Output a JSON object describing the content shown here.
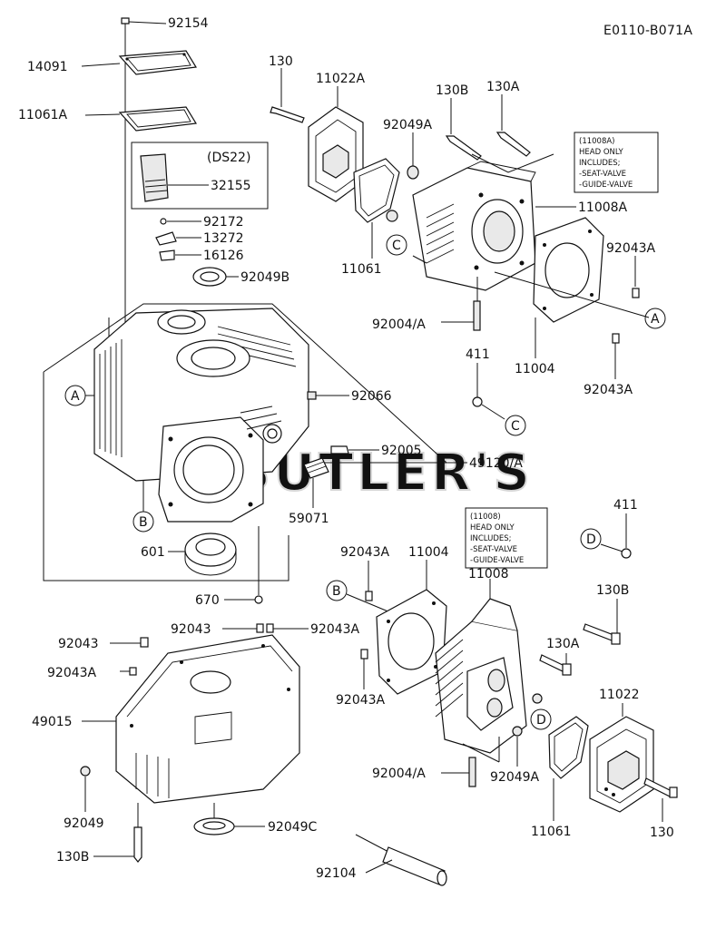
{
  "header": {
    "diagram_code": "E0110-B071A"
  },
  "watermark": {
    "text": "BUTLER'S"
  },
  "callouts": [
    "A",
    "B",
    "C",
    "D"
  ],
  "notes": {
    "upper": {
      "lines": [
        "(11008A)",
        "HEAD ONLY",
        "INCLUDES;",
        "-SEAT-VALVE",
        "-GUIDE-VALVE"
      ]
    },
    "lower": {
      "lines": [
        "(11008)",
        "HEAD ONLY",
        "INCLUDES;",
        "-SEAT-VALVE",
        "-GUIDE-VALVE"
      ]
    }
  },
  "ds22": {
    "label": "(DS22)"
  },
  "part_labels": {
    "p92154": "92154",
    "p14091": "14091",
    "p11061A": "11061A",
    "p32155": "32155",
    "p92172": "92172",
    "p13272": "13272",
    "p16126": "16126",
    "p92049B": "92049B",
    "p92066": "92066",
    "p92005": "92005",
    "p49120A": "49120/A",
    "p59071": "59071",
    "p601": "601",
    "p670": "670",
    "p130_top": "130",
    "p11022A": "11022A",
    "p130B_top": "130B",
    "p130A_top": "130A",
    "p92049A_top": "92049A",
    "p11008A": "11008A",
    "p11061_top": "11061",
    "p92043A_right": "92043A",
    "p92004A_top": "92004/A",
    "p411_top": "411",
    "p11004_top": "11004",
    "p92043A_right2": "92043A",
    "p411_mid": "411",
    "p92043A_mid": "92043A",
    "p11004_mid": "11004",
    "p11008": "11008",
    "p130B_mid": "130B",
    "p130A_mid": "130A",
    "p11022": "11022",
    "p92043_a": "92043",
    "p92043_b": "92043",
    "p92043A_c": "92043A",
    "p92043A_d": "92043A",
    "p49015": "49015",
    "p92049": "92049",
    "p130B_bot": "130B",
    "p92049C": "92049C",
    "p92104": "92104",
    "p92043A_low": "92043A",
    "p92004A_low": "92004/A",
    "p92049A_low": "92049A",
    "p11061_low": "11061",
    "p130_low": "130"
  }
}
